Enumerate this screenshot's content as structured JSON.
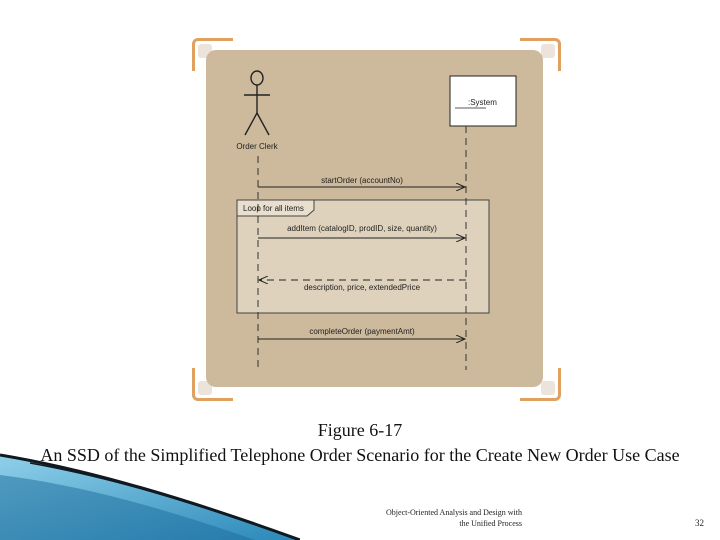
{
  "diagram": {
    "actor_label": "Order Clerk",
    "system_label": ":System",
    "loop_label": "Loop for all items",
    "messages": [
      {
        "label": "startOrder (accountNo)",
        "direction": "request"
      },
      {
        "label": "addItem (catalogID, prodID, size, quantity)",
        "direction": "request"
      },
      {
        "label": "description, price, extendedPrice",
        "direction": "return"
      },
      {
        "label": "completeOrder (paymentAmt)",
        "direction": "request"
      }
    ]
  },
  "caption": {
    "figure_number": "Figure 6-17",
    "description": "An SSD of the Simplified Telephone Order Scenario for the Create New Order Use Case"
  },
  "footer": {
    "line1": "Object-Oriented Analysis and Design with",
    "line2": "the Unified Process",
    "page_number": "32"
  }
}
